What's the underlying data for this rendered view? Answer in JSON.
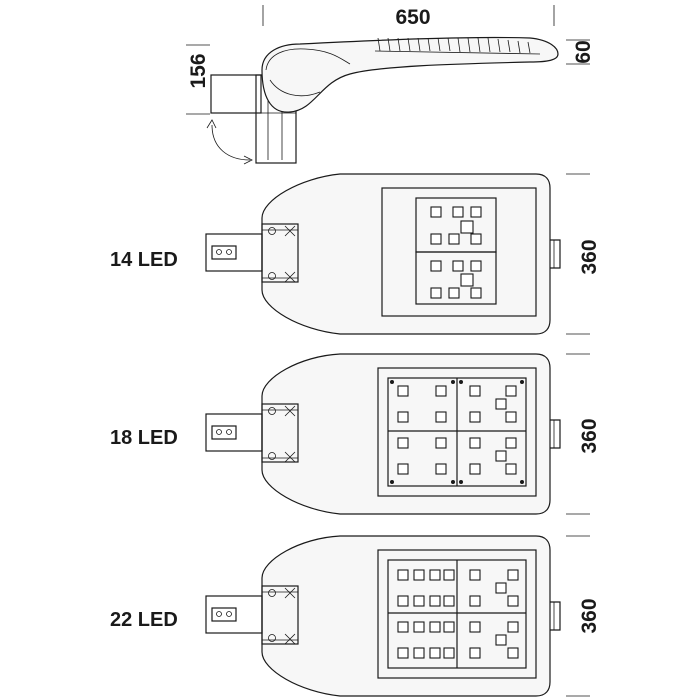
{
  "dimensions": {
    "length": "650",
    "height_body": "60",
    "height_mount": "156",
    "width_14": "360",
    "width_18": "360",
    "width_22": "360"
  },
  "variants": [
    {
      "label": "14 LED"
    },
    {
      "label": "18 LED"
    },
    {
      "label": "22 LED"
    }
  ]
}
